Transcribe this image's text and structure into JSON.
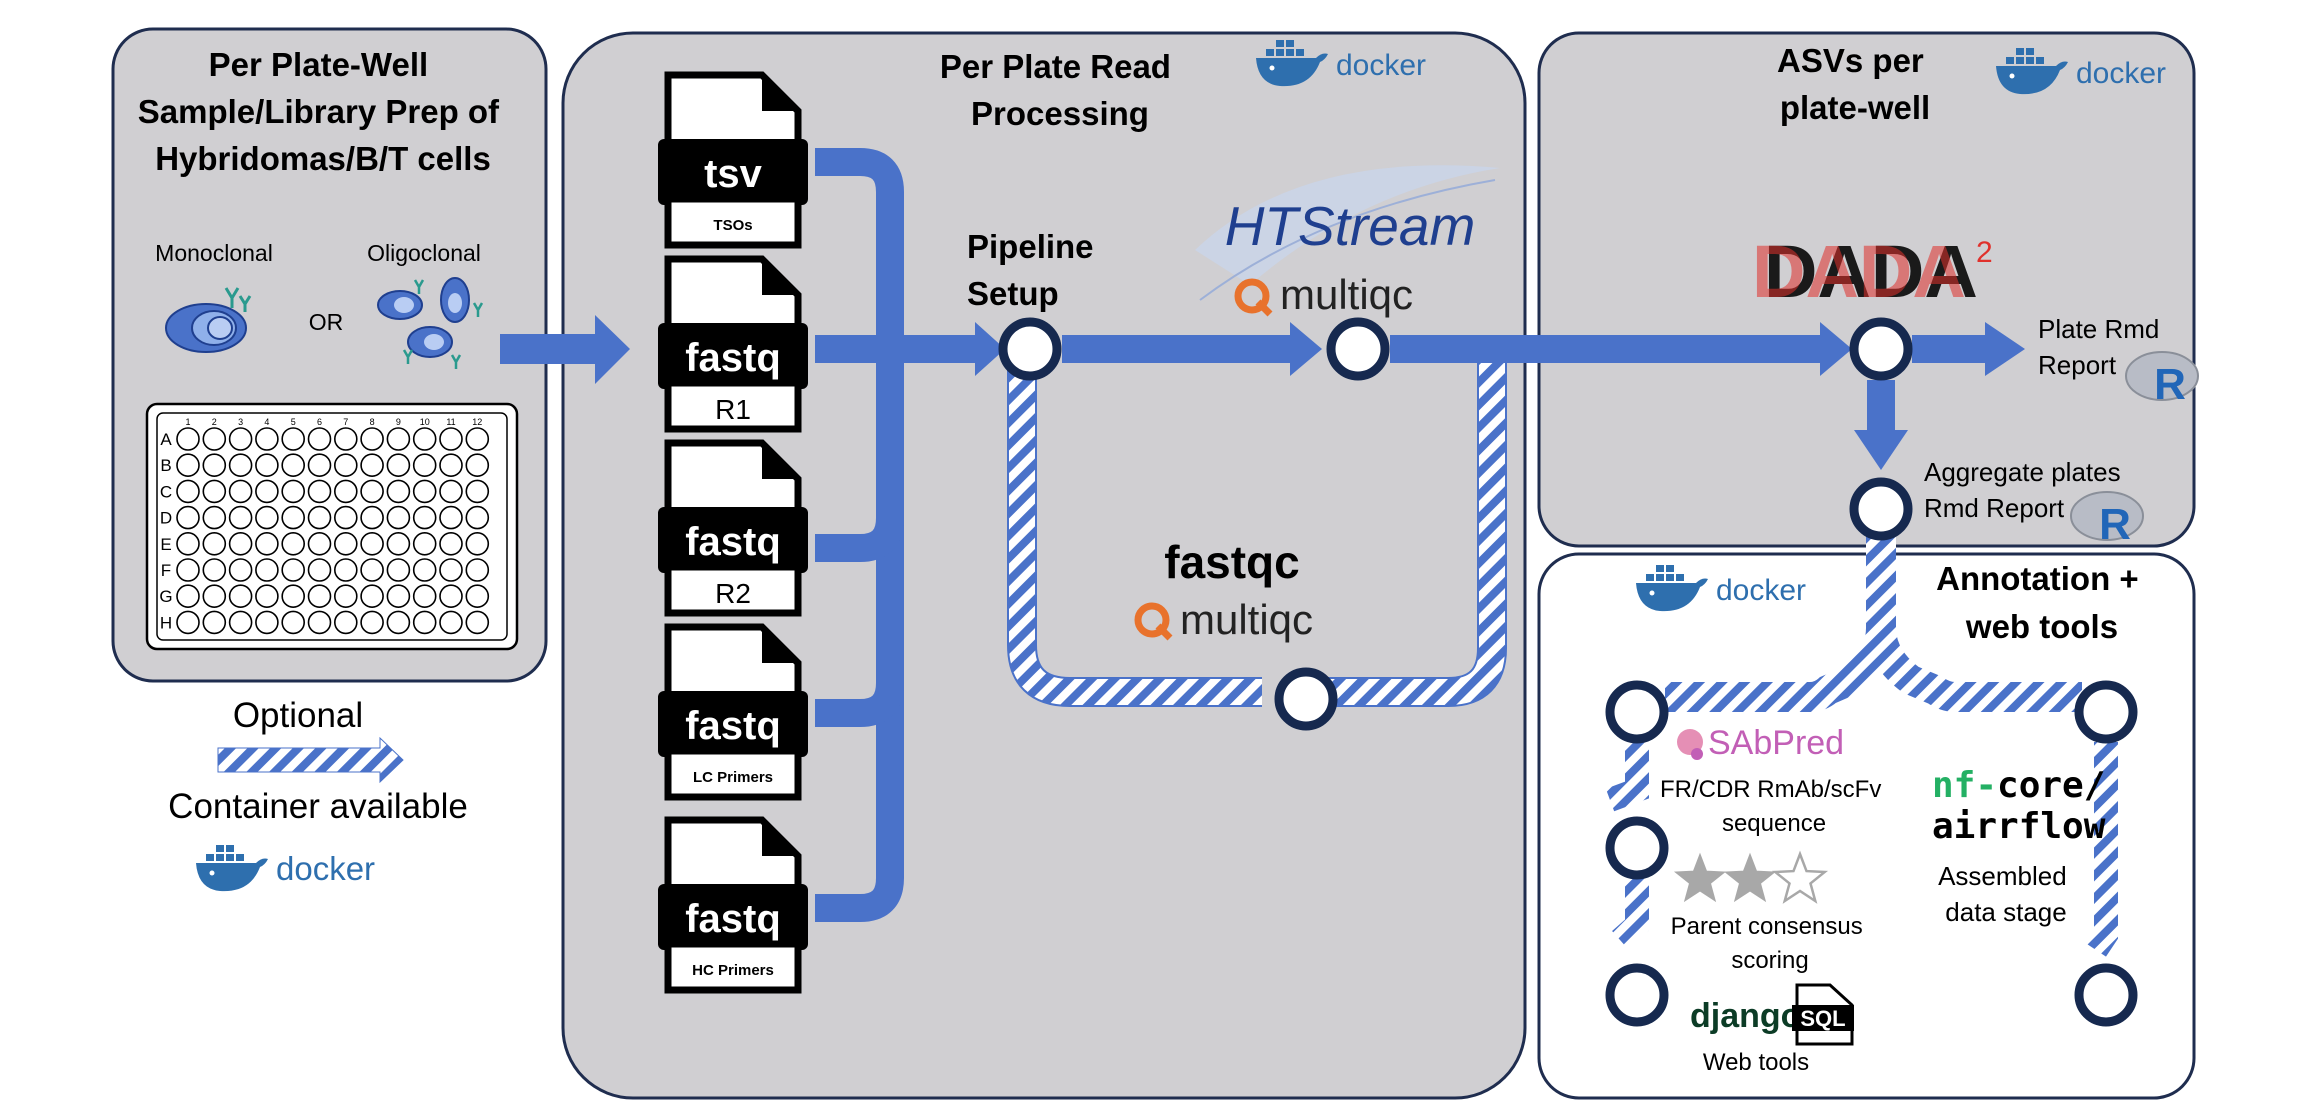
{
  "panels": {
    "prep": {
      "title_lines": [
        "Per Plate-Well",
        "Sample/Library Prep of",
        "Hybridomas/B/T cells"
      ],
      "monoclonal": "Monoclonal",
      "or": "OR",
      "oligoclonal": "Oligoclonal",
      "plate_rows": [
        "A",
        "B",
        "C",
        "D",
        "E",
        "F",
        "G",
        "H"
      ],
      "plate_cols": [
        "1",
        "2",
        "3",
        "4",
        "5",
        "6",
        "7",
        "8",
        "9",
        "10",
        "11",
        "12"
      ]
    },
    "processing": {
      "title_lines": [
        "Per Plate Read",
        "Processing"
      ],
      "setup_lines": [
        "Pipeline",
        "Setup"
      ],
      "htstream": "HTStream",
      "fastqc": "fastqc"
    },
    "asv": {
      "title_lines": [
        "ASVs per",
        "plate-well"
      ],
      "dada": "DADA",
      "dada_sup": "2",
      "plate_report_lines": [
        "Plate Rmd",
        "Report"
      ],
      "aggregate_lines": [
        "Aggregate plates",
        "Rmd Report"
      ]
    },
    "annotation": {
      "title_lines": [
        "Annotation +",
        "web tools"
      ],
      "sabpred": "SAbPred",
      "sabpred_caption": [
        "FR/CDR RmAb/scFv",
        "sequence"
      ],
      "consensus_caption": [
        "Parent consensus",
        "scoring"
      ],
      "stars_rating": 2,
      "stars_total": 3,
      "django": "django",
      "sql": "SQL",
      "webtools": "Web tools",
      "nfcore_prefix": "nf-",
      "nfcore_lines": [
        "core/",
        "airrflow"
      ],
      "assembled_caption": [
        "Assembled",
        "data stage"
      ]
    }
  },
  "files": [
    {
      "type": "tsv",
      "label": "TSOs"
    },
    {
      "type": "fastq",
      "label": "R1"
    },
    {
      "type": "fastq",
      "label": "R2"
    },
    {
      "type": "fastq",
      "label": "LC Primers"
    },
    {
      "type": "fastq",
      "label": "HC Primers"
    }
  ],
  "legend": {
    "optional": "Optional",
    "container": "Container available"
  },
  "logos": {
    "docker": "docker",
    "multiqc": "multiqc",
    "r_letter": "R"
  },
  "colors": {
    "panel_bg": "#d0cfd2",
    "panel_border": "#1f2d4f",
    "flow_blue": "#4a72c9",
    "node_ring": "#16294f",
    "docker_blue": "#2e6fae",
    "dada_red": "#e0312c",
    "multiqc_orange": "#e8722c",
    "nf_green": "#24b064",
    "sabpred_pink": "#c25fb6"
  }
}
